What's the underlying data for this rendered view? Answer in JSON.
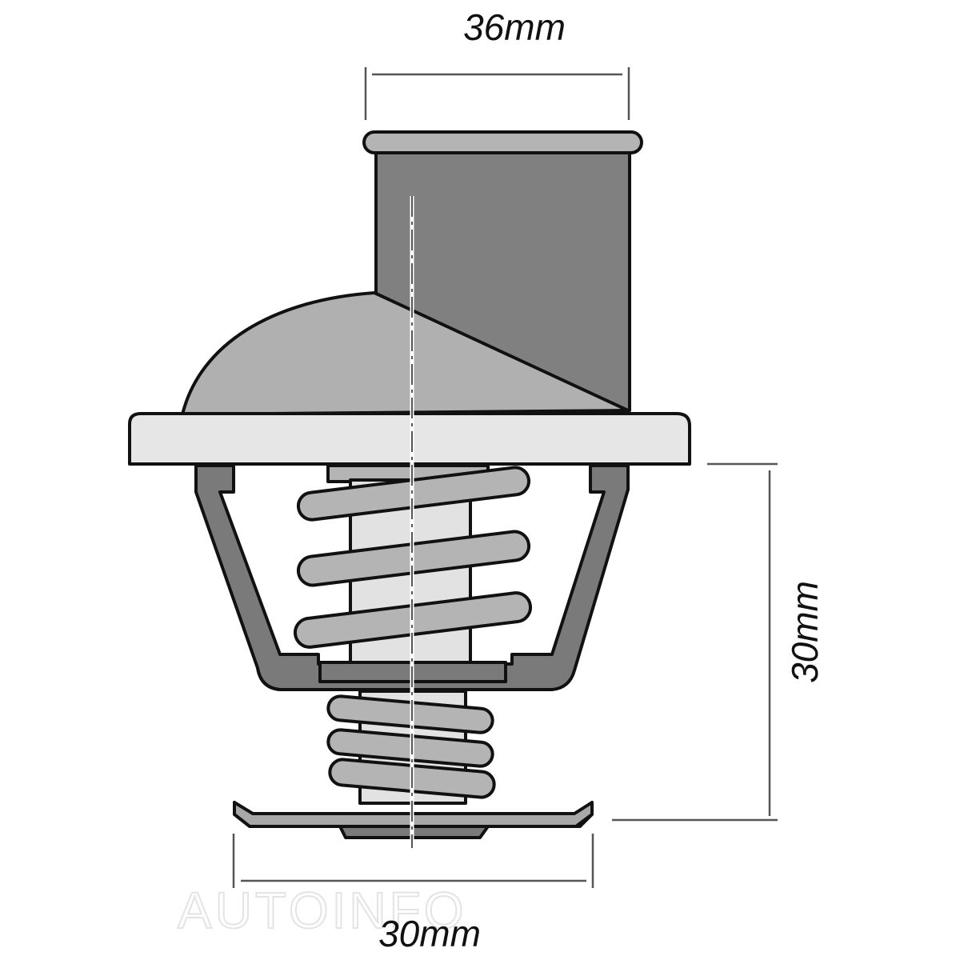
{
  "dimensions": {
    "top_width": "36mm",
    "height": "30mm",
    "bottom_width": "30mm"
  },
  "watermark": "AUTOINFO",
  "colors": {
    "outline": "#111111",
    "neck": "#808080",
    "dome": "#b0b0b0",
    "flange": "#e6e6e6",
    "cage": "#7a7a7a",
    "spring": "#b4b4b4",
    "pin": "#e2e2e2"
  }
}
